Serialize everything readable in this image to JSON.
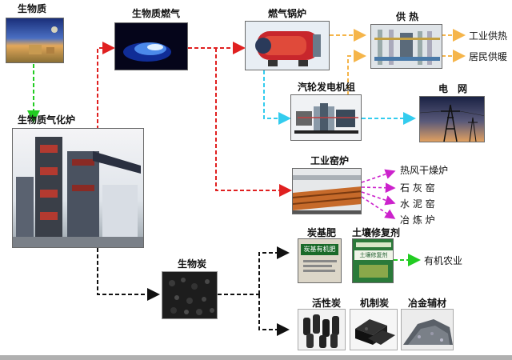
{
  "nodes": {
    "biomass": "生物质",
    "biogas": "生物质燃气",
    "gas_boiler": "燃气锅炉",
    "heat_supply": "供 热",
    "gasifier": "生物质气化炉",
    "turbine": "汽轮发电机组",
    "grid": "电　网",
    "kiln": "工业窑炉",
    "biochar": "生物炭",
    "char_fertilizer": "炭基肥",
    "soil_agent": "土壤修复剂",
    "activated_carbon": "活性炭",
    "machine_carbon": "机制炭",
    "metallurgy": "冶金辅材"
  },
  "outputs": {
    "industrial_heat": "工业供热",
    "residential_heat": "居民供暖",
    "organic_agriculture": "有机农业",
    "kiln_uses": [
      "热风干燥炉",
      "石 灰 窑",
      "水 泥 窑",
      "冶 炼 炉"
    ]
  },
  "product_packs": {
    "fertilizer_text": "炭基有机肥",
    "soil_text": "土壤修复剂"
  },
  "colors": {
    "gas_flow": "#e02020",
    "heat_flow": "#f5b54a",
    "steam_flow": "#33ccee",
    "biomass_flow": "#22cc22",
    "char_flow": "#111111",
    "kiln_flow": "#cc22cc",
    "ground": "#b0b0b0"
  }
}
